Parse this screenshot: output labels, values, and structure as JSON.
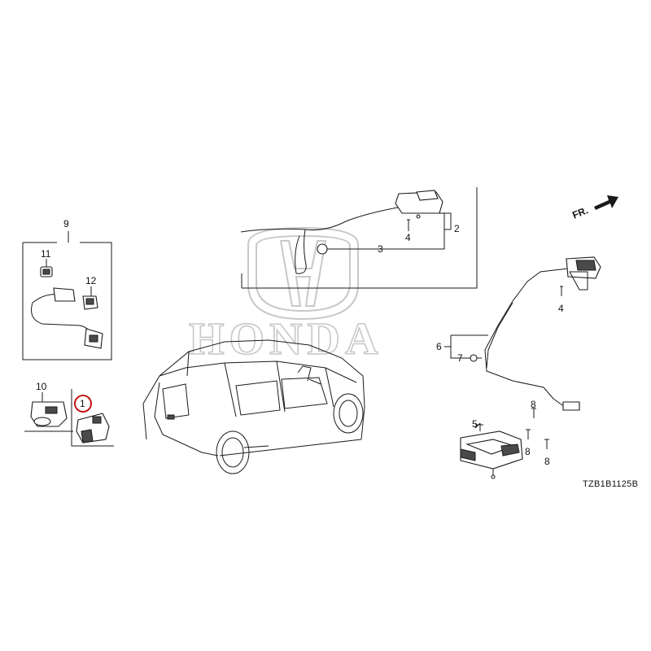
{
  "diagram": {
    "drawing_code": "TZB1B1125B",
    "direction_label": "FR.",
    "watermark_text": "HONDA",
    "highlight_color": "#c00000",
    "callouts": [
      {
        "id": "c1",
        "text": "1",
        "highlighted": true
      },
      {
        "id": "c2",
        "text": "2"
      },
      {
        "id": "c3",
        "text": "3"
      },
      {
        "id": "c4a",
        "text": "4"
      },
      {
        "id": "c4b",
        "text": "4"
      },
      {
        "id": "c5",
        "text": "5"
      },
      {
        "id": "c6",
        "text": "6"
      },
      {
        "id": "c7",
        "text": "7"
      },
      {
        "id": "c8a",
        "text": "8"
      },
      {
        "id": "c8b",
        "text": "8"
      },
      {
        "id": "c8c",
        "text": "8"
      },
      {
        "id": "c9",
        "text": "9"
      },
      {
        "id": "c10",
        "text": "10"
      },
      {
        "id": "c11",
        "text": "11"
      },
      {
        "id": "c12",
        "text": "12"
      }
    ]
  }
}
